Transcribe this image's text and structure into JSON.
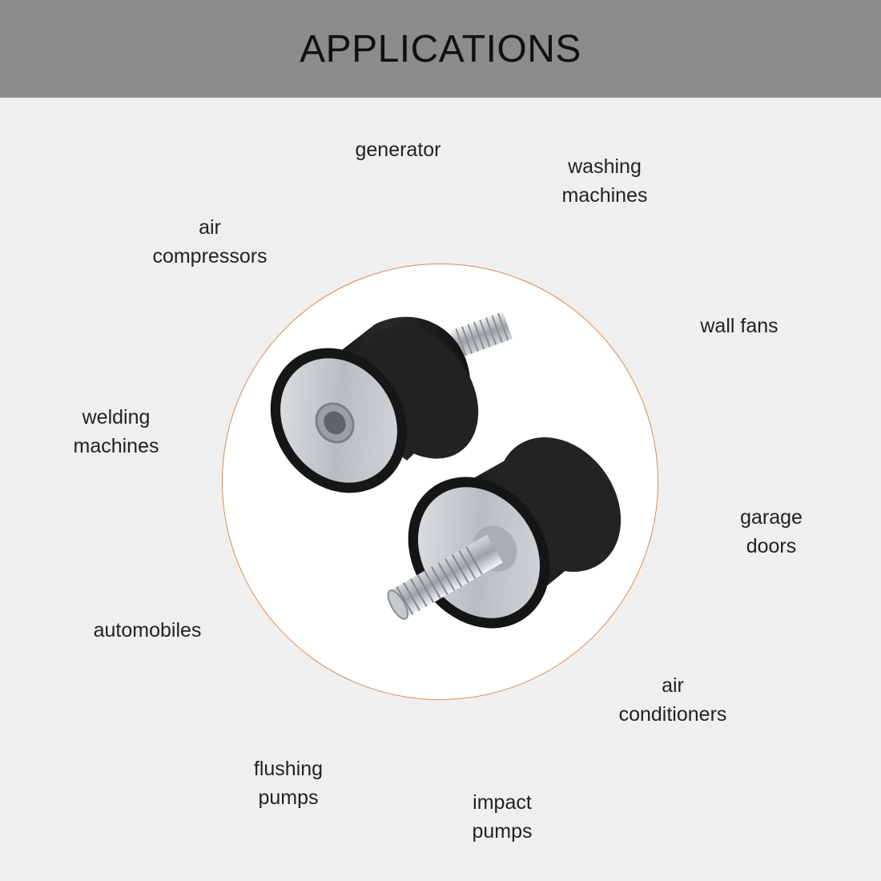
{
  "header": {
    "title": "APPLICATIONS"
  },
  "applications": [
    {
      "line1": "generator",
      "line2": ""
    },
    {
      "line1": "washing",
      "line2": "machines"
    },
    {
      "line1": "air",
      "line2": "compressors"
    },
    {
      "line1": "wall fans",
      "line2": ""
    },
    {
      "line1": "welding",
      "line2": "machines"
    },
    {
      "line1": "garage",
      "line2": "doors"
    },
    {
      "line1": "automobiles",
      "line2": ""
    },
    {
      "line1": "air",
      "line2": "conditioners"
    },
    {
      "line1": "flushing",
      "line2": "pumps"
    },
    {
      "line1": "impact",
      "line2": "pumps"
    }
  ],
  "colors": {
    "header_bg": "#8c8c8c",
    "page_bg": "#efefef",
    "circle_border": "#d98c55",
    "rubber": "#1c1c1c",
    "metal": "#c8cbcf"
  },
  "product_image": {
    "icon": "rubber-anti-vibration-mounts-image"
  }
}
